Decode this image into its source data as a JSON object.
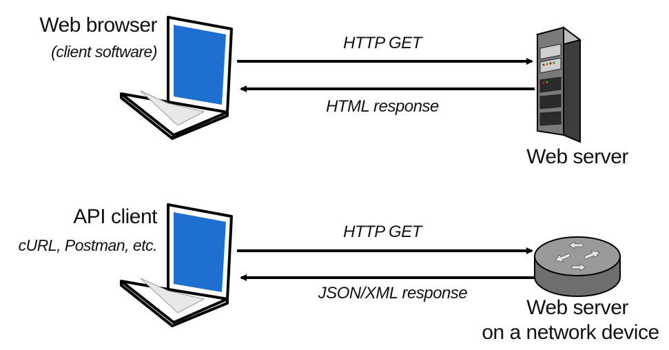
{
  "row1": {
    "client_title": "Web browser",
    "client_subtitle": "(client software)",
    "request_label": "HTTP GET",
    "response_label": "HTML response",
    "server_label": "Web server"
  },
  "row2": {
    "client_title": "API client",
    "client_subtitle": "cURL, Postman, etc.",
    "request_label": "HTTP GET",
    "response_label": "JSON/XML response",
    "server_label_line1": "Web server",
    "server_label_line2": "on a network device"
  },
  "colors": {
    "screen_blue": "#1f6fd0",
    "line": "#000000",
    "server_gray": "#6f6f6f",
    "router_gray": "#8a8a8a"
  },
  "icons": {
    "client1": "laptop-icon",
    "server1": "server-tower-icon",
    "client2": "laptop-icon",
    "server2": "router-icon"
  }
}
